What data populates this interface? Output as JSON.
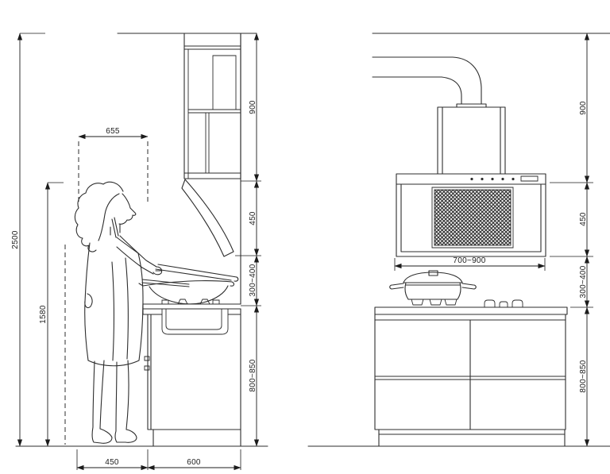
{
  "palette": {
    "paper": "#ffffff",
    "ink": "#2d2d2d",
    "dim_ink": "#1c1c1c"
  },
  "dims": {
    "side": {
      "total_height": "2500",
      "person_height": "1580",
      "hood_width": "655",
      "upper_cabinet_height": "900",
      "hood_height": "450",
      "hood_clearance": "300~400",
      "counter_height": "800~850",
      "standing_depth": "450",
      "base_depth": "600"
    },
    "front": {
      "upper_zone_height": "900",
      "hood_height": "450",
      "hood_clearance": "300~400",
      "counter_height": "800~850",
      "hood_width": "700~900"
    }
  }
}
